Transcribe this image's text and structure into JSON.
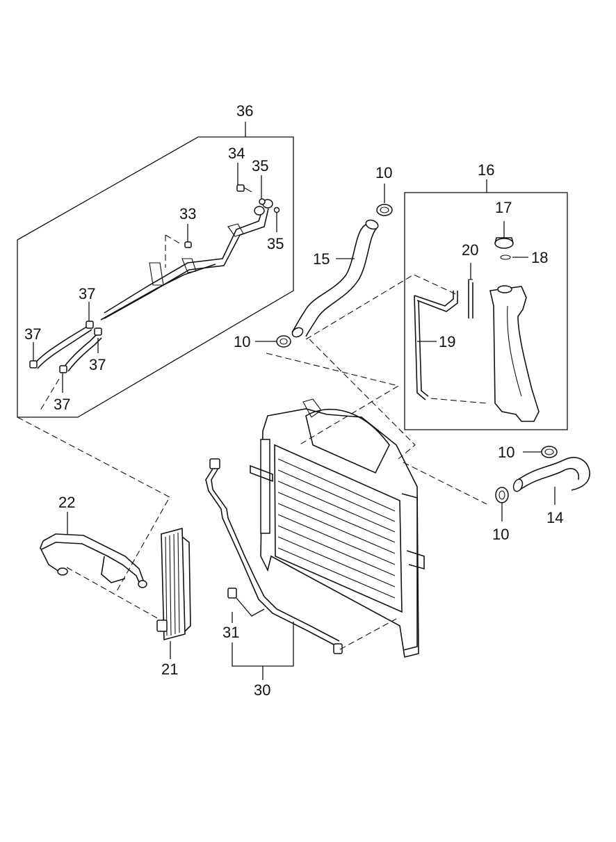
{
  "callouts": {
    "c36": "36",
    "c34": "34",
    "c35a": "35",
    "c35b": "35",
    "c33": "33",
    "c37a": "37",
    "c37b": "37",
    "c37c": "37",
    "c37d": "37",
    "c10a": "10",
    "c10b": "10",
    "c10c": "10",
    "c10d": "10",
    "c15": "15",
    "c16": "16",
    "c17": "17",
    "c18": "18",
    "c19": "19",
    "c20": "20",
    "c14": "14",
    "c22": "22",
    "c21": "21",
    "c31": "31",
    "c30": "30"
  }
}
